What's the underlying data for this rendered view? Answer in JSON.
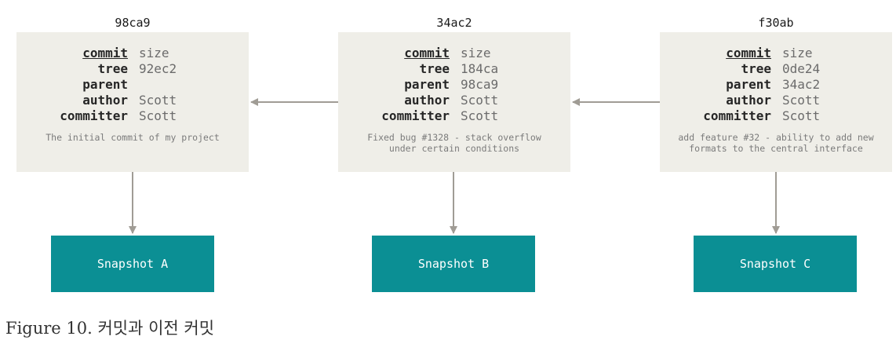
{
  "commits": [
    {
      "hash": "98ca9",
      "fields": [
        {
          "key": "commit",
          "value": "size"
        },
        {
          "key": "tree",
          "value": "92ec2"
        },
        {
          "key": "parent",
          "value": ""
        },
        {
          "key": "author",
          "value": "Scott"
        },
        {
          "key": "committer",
          "value": "Scott"
        }
      ],
      "message": "The initial commit of my project",
      "snapshot": "Snapshot A"
    },
    {
      "hash": "34ac2",
      "fields": [
        {
          "key": "commit",
          "value": "size"
        },
        {
          "key": "tree",
          "value": "184ca"
        },
        {
          "key": "parent",
          "value": "98ca9"
        },
        {
          "key": "author",
          "value": "Scott"
        },
        {
          "key": "committer",
          "value": "Scott"
        }
      ],
      "message": "Fixed bug #1328 - stack overflow\nunder certain conditions",
      "snapshot": "Snapshot B"
    },
    {
      "hash": "f30ab",
      "fields": [
        {
          "key": "commit",
          "value": "size"
        },
        {
          "key": "tree",
          "value": "0de24"
        },
        {
          "key": "parent",
          "value": "34ac2"
        },
        {
          "key": "author",
          "value": "Scott"
        },
        {
          "key": "committer",
          "value": "Scott"
        }
      ],
      "message": "add feature #32 - ability to add new\nformats to the central interface",
      "snapshot": "Snapshot C"
    }
  ],
  "caption": "Figure 10. 커밋과 이전 커밋",
  "colors": {
    "commit_box": "#efeee8",
    "snapshot_box": "#0b8f94",
    "arrow": "#a09c95"
  }
}
